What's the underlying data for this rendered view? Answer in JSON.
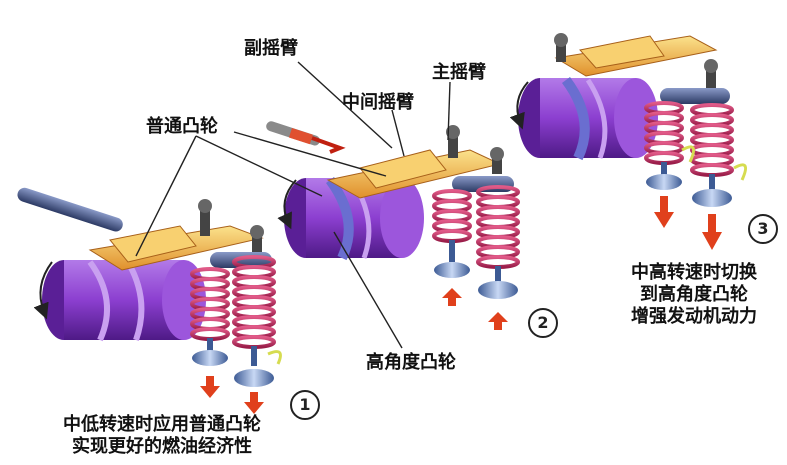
{
  "labels": {
    "sub_rocker": "副摇臂",
    "main_rocker": "主摇臂",
    "mid_rocker": "中间摇臂",
    "normal_cam": "普通凸轮",
    "high_cam": "高角度凸轮"
  },
  "captions": {
    "stage1_line1": "中低转速时应用普通凸轮",
    "stage1_line2": "实现更好的燃油经济性",
    "stage3_line1": "中高转速时切换",
    "stage3_line2": "到高角度凸轮",
    "stage3_line3": "增强发动机动力"
  },
  "stage_numbers": [
    "1",
    "2",
    "3"
  ],
  "colors": {
    "cam": "#8c3fd0",
    "cam_dark": "#5a1f96",
    "rocker": "#f0a040",
    "rocker_light": "#f8d070",
    "spring": "#c8386a",
    "valve": "#6a8ec8",
    "shaft": "#4a5a8a",
    "arrow": "#e0401c"
  }
}
